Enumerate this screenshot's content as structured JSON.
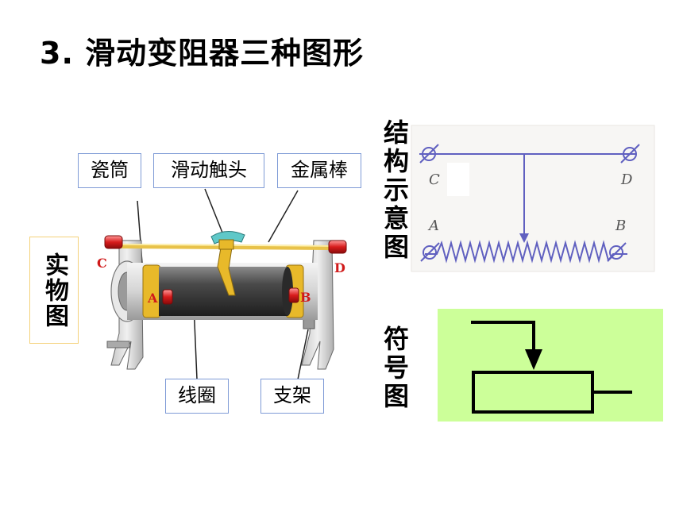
{
  "title": "3. 滑动变阻器三种图形",
  "physical": {
    "label": "实物图",
    "callouts": {
      "porcelain_tube": "瓷筒",
      "slider_contact": "滑动触头",
      "metal_rod": "金属棒",
      "coil": "线圈",
      "bracket": "支架"
    },
    "terminals": [
      "A",
      "B",
      "C",
      "D"
    ]
  },
  "structure": {
    "label": "结构示意图",
    "terminals": [
      "C",
      "D",
      "A",
      "B"
    ]
  },
  "symbol": {
    "label": "符号图"
  },
  "colors": {
    "line": "#6060c0",
    "symbol_bg": "#ccff99",
    "terminal_red": "#d01a1a",
    "coil": "#3a3a3a",
    "brass": "#e8b92a"
  }
}
